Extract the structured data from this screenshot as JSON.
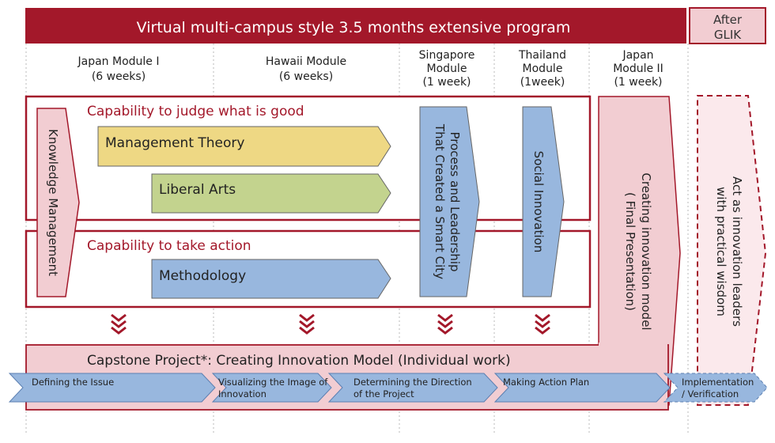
{
  "header": {
    "banner": "Virtual multi-campus style 3.5 months extensive program",
    "after_line1": "After",
    "after_line2": "GLIK"
  },
  "modules": [
    {
      "line1": "Japan Module I",
      "line2": "(6 weeks)"
    },
    {
      "line1": "Hawaii Module",
      "line2": "(6 weeks)"
    },
    {
      "line1": "Singapore",
      "line2": "Module",
      "line3": "(1 week)"
    },
    {
      "line1": "Thailand",
      "line2": "Module",
      "line3": "(1week)"
    },
    {
      "line1": "Japan",
      "line2": "Module II",
      "line3": "(1 week)"
    }
  ],
  "capabilities": {
    "judge": "Capability to judge what is good",
    "action": "Capability to take action"
  },
  "bars": {
    "management_theory": "Management Theory",
    "liberal_arts": "Liberal Arts",
    "methodology": "Methodology"
  },
  "vertical": {
    "knowledge_management": "Knowledge Management",
    "singapore_line1": "Process and Leadership",
    "singapore_line2": "That Created a Smart City",
    "social_innovation": "Social Innovation",
    "final_line1": "Creating innovation model",
    "final_line2": "( Final Presentation)",
    "glik_line1": "Act as innovation leaders",
    "glik_line2": "with practical wisdom"
  },
  "capstone": {
    "title": "Capstone Project*: Creating Innovation Model (Individual work)"
  },
  "steps": {
    "s1": "Defining the Issue",
    "s2_line1": "Visualizing the Image of",
    "s2_line2": "Innovation",
    "s3_line1": "Determining the Direction",
    "s3_line2": "of the Project",
    "s4": "Making Action Plan",
    "s5_line1": "Implementation",
    "s5_line2": "/ Verification"
  },
  "colors": {
    "crimson": "#a3182a",
    "pink": "#f2cdd2",
    "blue": "#98b7de",
    "yellow": "#eed884",
    "green": "#c3d38e"
  }
}
